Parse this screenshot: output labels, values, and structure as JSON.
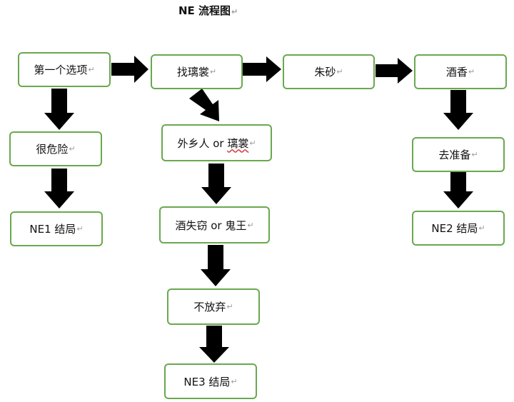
{
  "title": "NE 流程图",
  "paragraph_mark": "↵",
  "nodes": {
    "choice1": "第一个选项",
    "find_liquan": "找璃裳",
    "zhusha": "朱砂",
    "jiuxiang": "酒香",
    "dangerous": "很危险",
    "outsider_prefix": "外乡人 or ",
    "outsider_name": "璃裳",
    "prepare": "去准备",
    "ne1": "NE1 结局",
    "jiu_or_ghost": "酒失窃 or 鬼王",
    "ne2": "NE2 结局",
    "not_giveup": "不放弃",
    "ne3": "NE3 结局"
  },
  "colors": {
    "node_border": "#6aa84f",
    "arrow": "#000000"
  }
}
